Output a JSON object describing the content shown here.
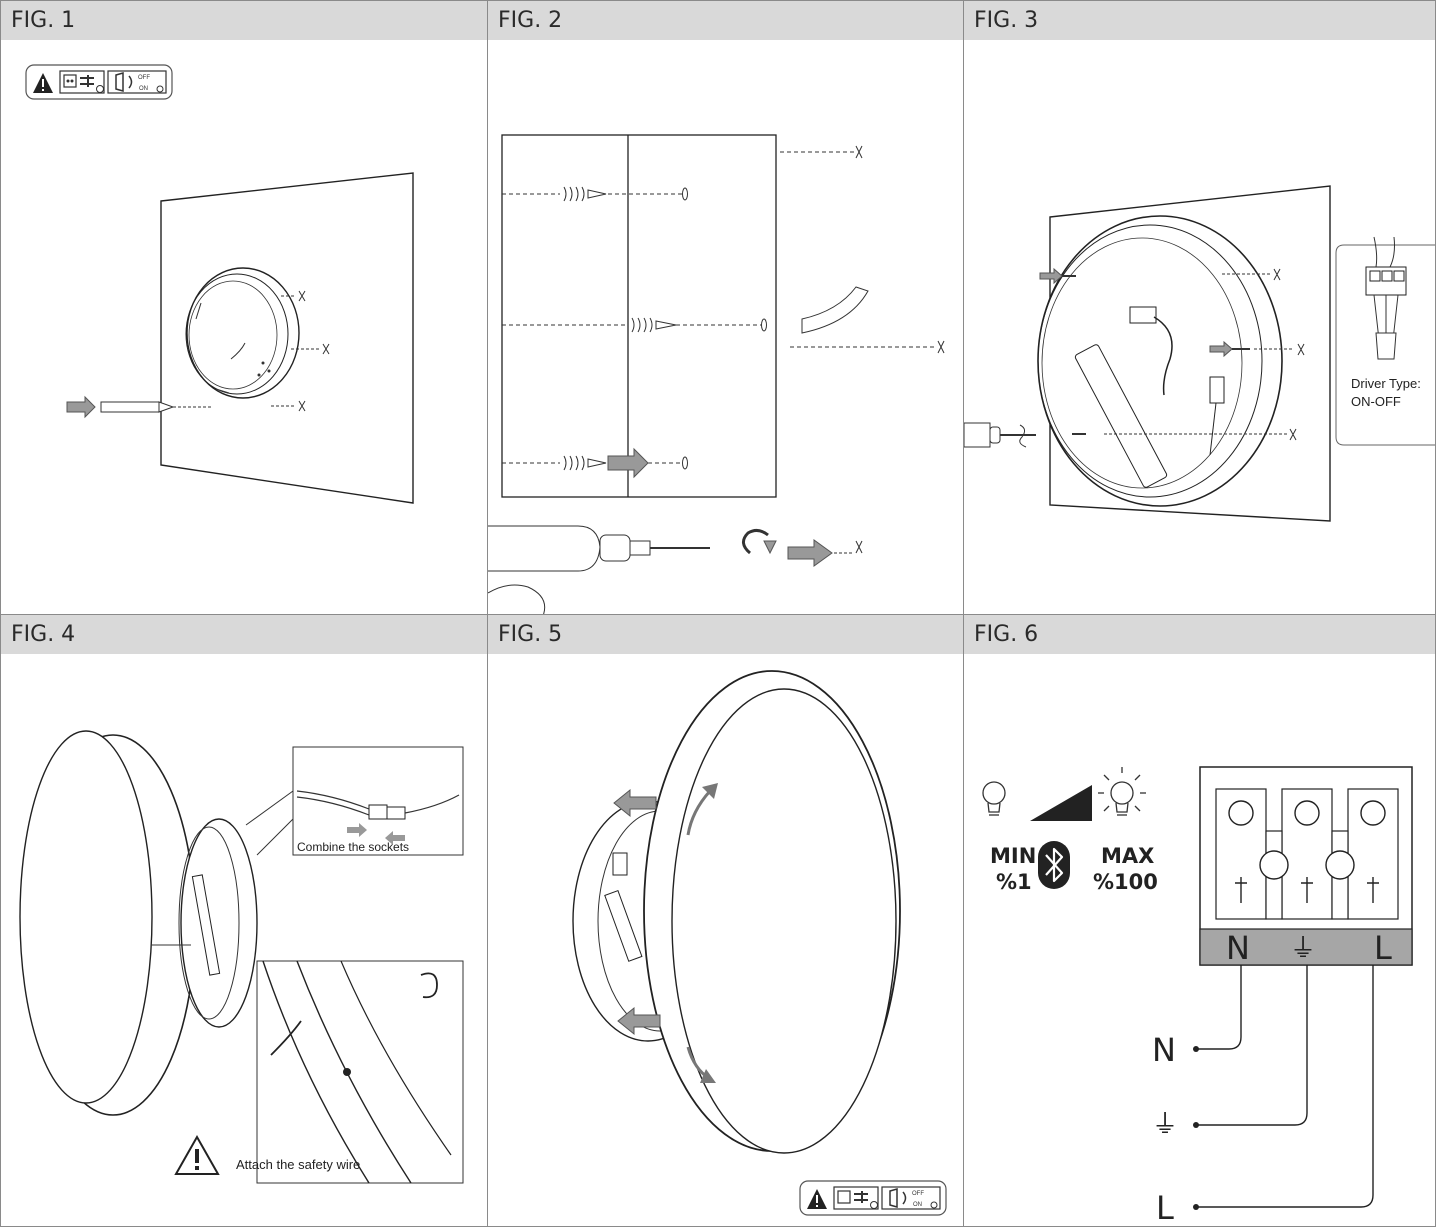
{
  "figures": [
    {
      "label": "FIG. 1"
    },
    {
      "label": "FIG. 2"
    },
    {
      "label": "FIG. 3",
      "driver_type_label": "Driver Type:",
      "driver_type_value": "ON-OFF"
    },
    {
      "label": "FIG. 4",
      "callout_text": "Combine the sockets",
      "warning_text": "Attach the safety wire"
    },
    {
      "label": "FIG. 5"
    },
    {
      "label": "FIG. 6",
      "min_label": "MIN",
      "min_value": "%1",
      "max_label": "MAX",
      "max_value": "%100",
      "terminals": [
        "N",
        "⏚",
        "L"
      ],
      "wire_labels": [
        "N",
        "⏚",
        "L"
      ]
    }
  ],
  "safety_badge": {
    "off_text": "OFF",
    "on_text": "ON"
  },
  "icons": [
    "warning-triangle-icon",
    "socket-plug-icon",
    "switch-off-on-icon",
    "bluetooth-icon",
    "bulb-dim-icon",
    "bulb-bright-icon",
    "dimming-wedge-icon"
  ]
}
